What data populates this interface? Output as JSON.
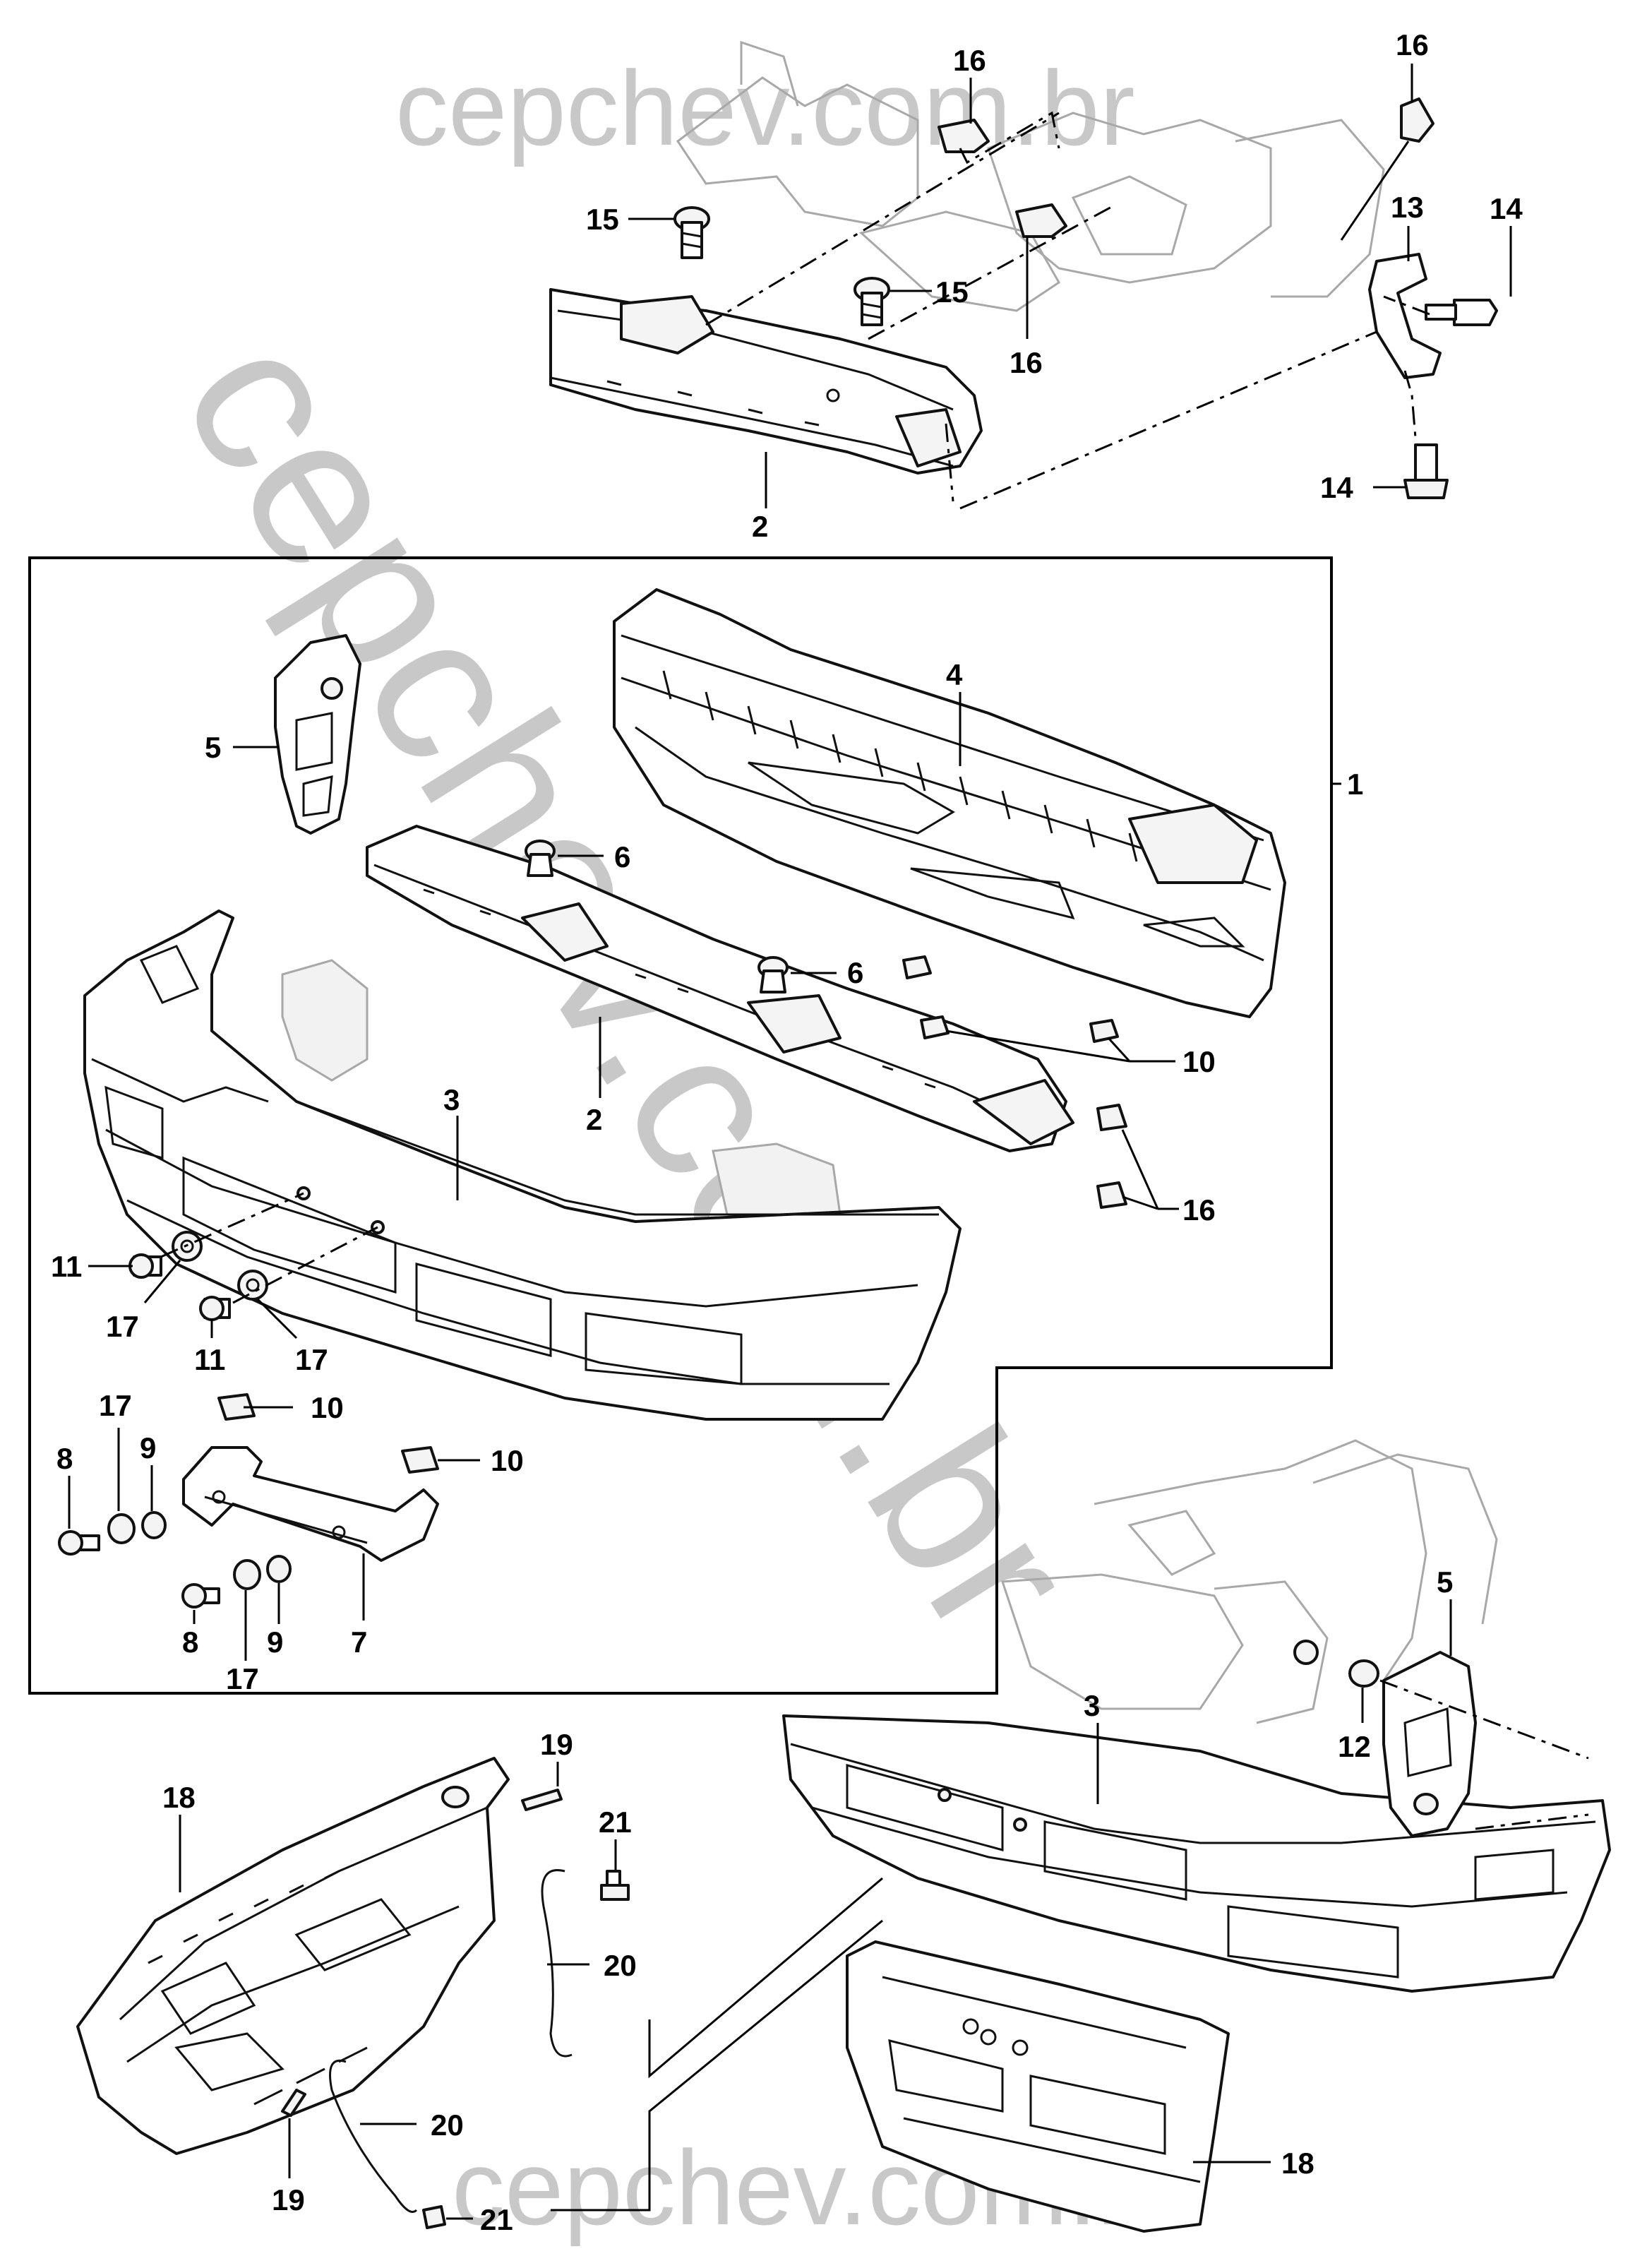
{
  "watermark": {
    "text": "cepchev.com.br",
    "color": "#b4b4b4"
  },
  "callouts": {
    "c1": "1",
    "c2a": "2",
    "c2b": "2",
    "c3a": "3",
    "c3b": "3",
    "c4": "4",
    "c5a": "5",
    "c5b": "5",
    "c6a": "6",
    "c6b": "6",
    "c7": "7",
    "c8a": "8",
    "c8b": "8",
    "c9a": "9",
    "c9b": "9",
    "c10a": "10",
    "c10b": "10",
    "c10c": "10",
    "c11a": "11",
    "c11b": "11",
    "c12": "12",
    "c13": "13",
    "c14a": "14",
    "c14b": "14",
    "c15a": "15",
    "c15b": "15",
    "c16a": "16",
    "c16b": "16",
    "c16c": "16",
    "c16d": "16",
    "c17a": "17",
    "c17b": "17",
    "c17c": "17",
    "c17d": "17",
    "c18a": "18",
    "c18b": "18",
    "c19a": "19",
    "c19b": "19",
    "c20a": "20",
    "c20b": "20",
    "c21a": "21",
    "c21b": "21"
  }
}
